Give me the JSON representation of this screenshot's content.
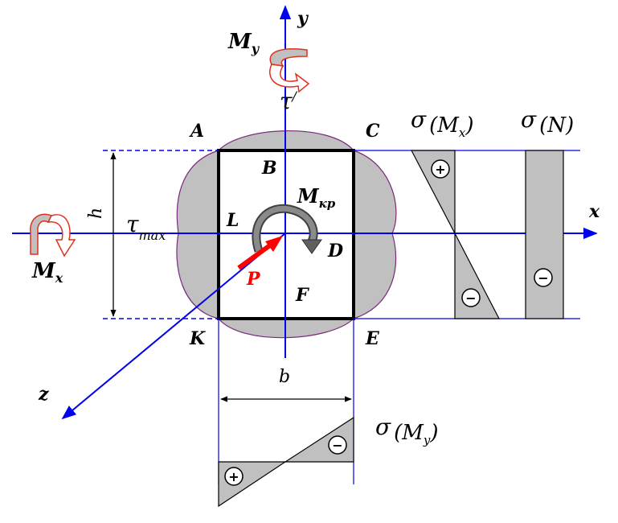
{
  "points": {
    "A": "A",
    "B": "B",
    "C": "C",
    "D": "D",
    "E": "E",
    "F": "F",
    "K": "K",
    "L": "L"
  },
  "axes": {
    "x": "x",
    "y": "y",
    "z": "z"
  },
  "dimensions": {
    "height": "h",
    "width": "b"
  },
  "moments": {
    "my": {
      "main": "M",
      "sub": "y"
    },
    "mx": {
      "main": "M",
      "sub": "x"
    },
    "torque": {
      "main": "M",
      "sub": "кр"
    }
  },
  "force": "P",
  "stress": {
    "tau_prime": {
      "symbol": "τ",
      "mark": "/"
    },
    "tau_max": {
      "symbol": "τ",
      "sub": "max"
    },
    "sigma_mx": {
      "symbol": "σ",
      "arg": "(M",
      "arg_sub": "x",
      "close": ")"
    },
    "sigma_n": {
      "symbol": "σ",
      "arg": "(N)"
    },
    "sigma_my": {
      "symbol": "σ",
      "arg": "(M",
      "arg_sub": "y",
      "close": ")"
    }
  },
  "signs": {
    "plus": "+",
    "minus": "−"
  },
  "colors": {
    "axis": "#0000ee",
    "shading": "#c0c0c0",
    "outline": "#7a2a7a",
    "force": "#ff0000",
    "moment_arrow": "#e0301e",
    "torque": "#606060"
  }
}
